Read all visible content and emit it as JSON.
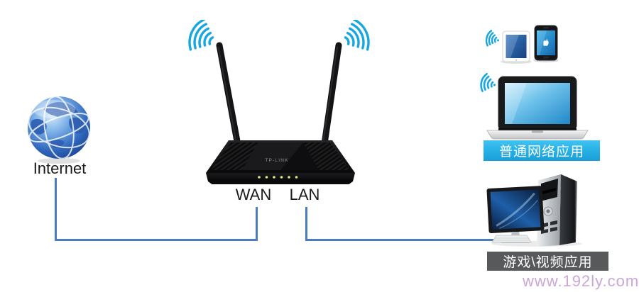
{
  "internet": {
    "label": "Internet",
    "icon": "globe-icon"
  },
  "router": {
    "brand": "TP-LINK",
    "icon": "wireless-router",
    "ports": {
      "wan": "WAN",
      "lan": "LAN"
    }
  },
  "wireless_clients": {
    "icon": "wifi-signal-icon",
    "devices": [
      "tablet",
      "smartphone",
      "laptop"
    ],
    "banner": "普通网络应用"
  },
  "wired_clients": {
    "devices": [
      "desktop-computer"
    ],
    "banner": "游戏\\视频应用"
  },
  "watermark": {
    "text": "www.192ly.com"
  },
  "colors": {
    "background": "#ffffff",
    "link_line": "#4a7dbd",
    "wifi_wave": "#17a7e0",
    "banner_wireless_bg": "#29b2e6",
    "banner_wired_bg": "#58595b",
    "banner_text": "#ffffff",
    "label_text": "#1b1b1b",
    "watermark_text": "#cba7d8"
  }
}
